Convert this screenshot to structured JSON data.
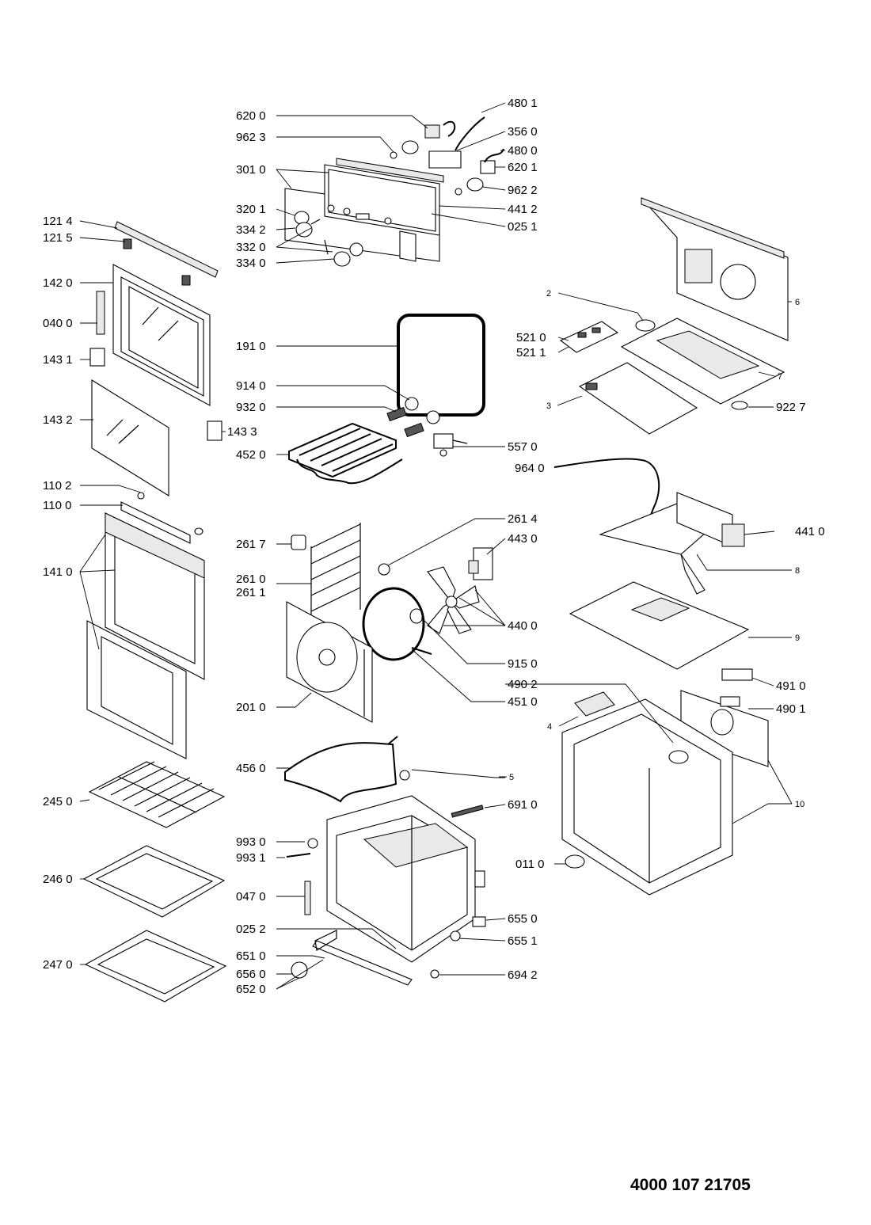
{
  "document_number": "4000 107 21705",
  "callouts": [
    {
      "id": "c4801",
      "text": "480 1"
    },
    {
      "id": "c6200",
      "text": "620 0"
    },
    {
      "id": "c3560",
      "text": "356 0"
    },
    {
      "id": "c9623",
      "text": "962 3"
    },
    {
      "id": "c4800",
      "text": "480 0"
    },
    {
      "id": "c3010",
      "text": "301 0"
    },
    {
      "id": "c6201",
      "text": "620 1"
    },
    {
      "id": "c9622",
      "text": "962 2"
    },
    {
      "id": "c4412",
      "text": "441 2"
    },
    {
      "id": "c3201",
      "text": "320 1"
    },
    {
      "id": "c0251",
      "text": "025 1"
    },
    {
      "id": "c1214",
      "text": "121 4"
    },
    {
      "id": "c3342",
      "text": "334 2"
    },
    {
      "id": "c1215",
      "text": "121 5"
    },
    {
      "id": "c3320",
      "text": "332 0"
    },
    {
      "id": "c3340",
      "text": "334 0"
    },
    {
      "id": "c1420",
      "text": "142 0"
    },
    {
      "id": "c0400",
      "text": "040 0"
    },
    {
      "id": "c1910",
      "text": "191 0"
    },
    {
      "id": "c1431",
      "text": "143 1"
    },
    {
      "id": "c9140",
      "text": "914 0"
    },
    {
      "id": "c9320",
      "text": "932 0"
    },
    {
      "id": "c1432",
      "text": "143 2"
    },
    {
      "id": "c1433",
      "text": "143 3"
    },
    {
      "id": "c4520",
      "text": "452 0"
    },
    {
      "id": "c5570",
      "text": "557 0"
    },
    {
      "id": "c9640",
      "text": "964 0"
    },
    {
      "id": "c1102",
      "text": "110 2"
    },
    {
      "id": "c1100",
      "text": "110 0"
    },
    {
      "id": "c2614",
      "text": "261 4"
    },
    {
      "id": "c2617",
      "text": "261 7"
    },
    {
      "id": "c4430",
      "text": "443 0"
    },
    {
      "id": "c4410",
      "text": "441 0"
    },
    {
      "id": "c1410",
      "text": "141 0"
    },
    {
      "id": "c2610",
      "text": "261 0"
    },
    {
      "id": "c2611",
      "text": "261 1"
    },
    {
      "id": "c4400",
      "text": "440 0"
    },
    {
      "id": "c9150",
      "text": "915 0"
    },
    {
      "id": "c4902",
      "text": "490 2"
    },
    {
      "id": "c4910",
      "text": "491 0"
    },
    {
      "id": "c4510",
      "text": "451 0"
    },
    {
      "id": "c2010",
      "text": "201 0"
    },
    {
      "id": "c4901",
      "text": "490 1"
    },
    {
      "id": "c4560",
      "text": "456 0"
    },
    {
      "id": "c2450",
      "text": "245 0"
    },
    {
      "id": "c6910",
      "text": "691 0"
    },
    {
      "id": "c9930",
      "text": "993 0"
    },
    {
      "id": "c9931",
      "text": "993 1"
    },
    {
      "id": "c0110",
      "text": "011 0"
    },
    {
      "id": "c2460",
      "text": "246 0"
    },
    {
      "id": "c0470",
      "text": "047 0"
    },
    {
      "id": "c6550",
      "text": "655 0"
    },
    {
      "id": "c0252",
      "text": "025 2"
    },
    {
      "id": "c6551",
      "text": "655 1"
    },
    {
      "id": "c6510",
      "text": "651 0"
    },
    {
      "id": "c2470",
      "text": "247 0"
    },
    {
      "id": "c6560",
      "text": "656 0"
    },
    {
      "id": "c6942",
      "text": "694 2"
    },
    {
      "id": "c6520",
      "text": "652 0"
    },
    {
      "id": "c5210",
      "text": "521 0"
    },
    {
      "id": "c5211",
      "text": "521 1"
    },
    {
      "id": "c9227",
      "text": "922 7"
    }
  ],
  "small_callouts": [
    {
      "id": "s2",
      "text": "2"
    },
    {
      "id": "s6",
      "text": "6"
    },
    {
      "id": "s7",
      "text": "7"
    },
    {
      "id": "s3",
      "text": "3"
    },
    {
      "id": "s8",
      "text": "8"
    },
    {
      "id": "s9",
      "text": "9"
    },
    {
      "id": "s4",
      "text": "4"
    },
    {
      "id": "s5",
      "text": "5"
    },
    {
      "id": "s10",
      "text": "10"
    }
  ]
}
